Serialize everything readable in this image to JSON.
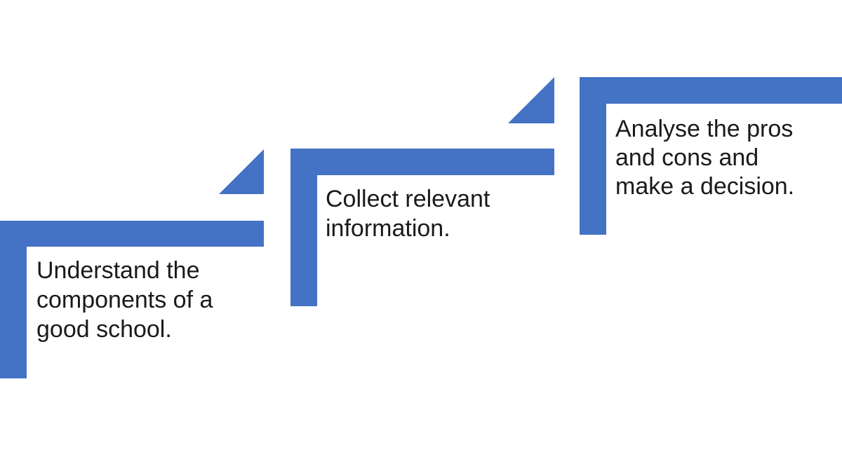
{
  "colors": {
    "accent": "#4472C4",
    "text": "#1a1a1a",
    "background": "#ffffff"
  },
  "steps": [
    {
      "lines": [
        "Understand the",
        "components of a",
        "good school."
      ]
    },
    {
      "lines": [
        "Collect relevant",
        "information."
      ]
    },
    {
      "lines": [
        "Analyse the pros",
        "and cons and",
        "make a decision."
      ]
    }
  ]
}
